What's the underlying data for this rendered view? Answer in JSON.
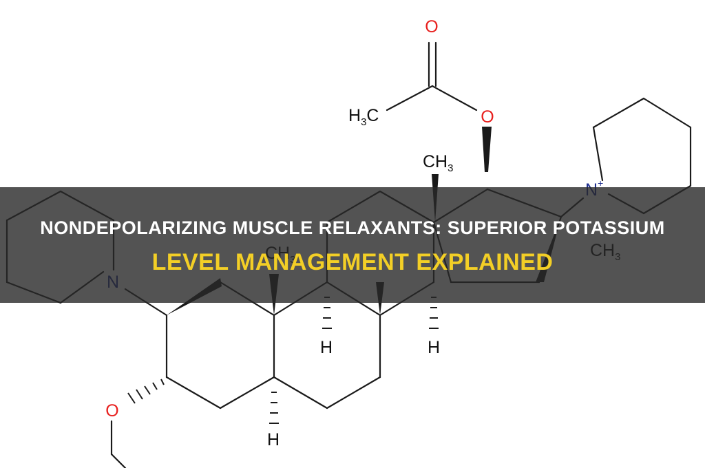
{
  "banner": {
    "line1": "NONDEPOLARIZING MUSCLE RELAXANTS: SUPERIOR POTASSIUM",
    "line2": "LEVEL MANAGEMENT EXPLAINED"
  },
  "colors": {
    "banner_background": "#282828",
    "line1_text": "#ffffff",
    "line2_text": "#f3cf26",
    "oxygen": "#e8201e",
    "nitrogen": "#1f2f8f",
    "carbon": "#111111"
  },
  "molecule": {
    "atoms": {
      "o_carbonyl": "O",
      "o_ester": "O",
      "h3c_left": "H",
      "h3c_sub": "3",
      "h3c_c": "C",
      "ch3_top_c": "CH",
      "ch3_top_sub": "3",
      "n_plus": "N",
      "n_plus_charge": "+",
      "ch3_n_c": "CH",
      "ch3_n_sub": "3",
      "n_left": "N",
      "ch3_mid_c": "CH",
      "ch3_mid_sub": "3",
      "h_9": "H",
      "h_14": "H",
      "h_5": "H",
      "o_lower": "O"
    }
  }
}
